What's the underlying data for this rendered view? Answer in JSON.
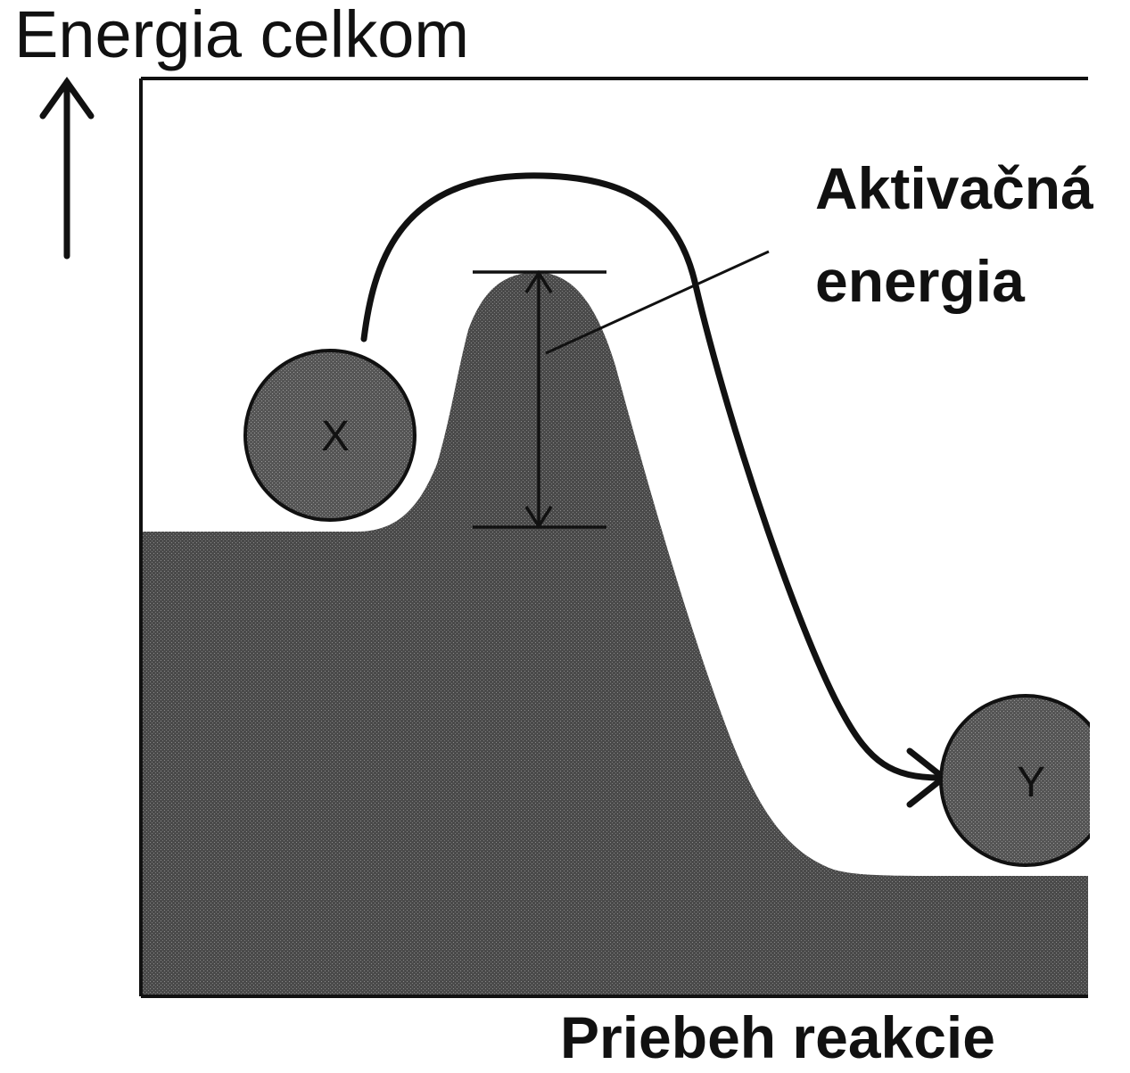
{
  "y_axis_label": "Energia celkom",
  "x_axis_label": "Priebeh reakcie",
  "annotation": {
    "line1": "Aktivačná",
    "line2": "energia"
  },
  "reactant_label": "X",
  "product_label": "Y",
  "colors": {
    "ink": "#111111",
    "fill": "#4d4d4d",
    "ball": "#595959",
    "background": "#ffffff"
  }
}
